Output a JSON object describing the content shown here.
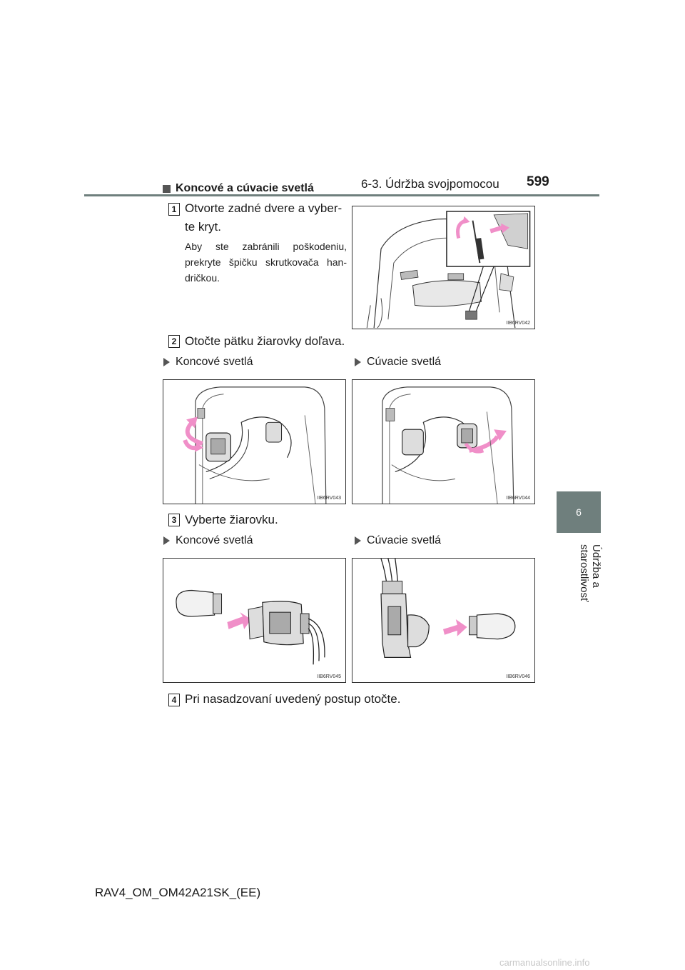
{
  "header": {
    "section": "6-3. Údržba svojpomocou",
    "page_number": "599"
  },
  "side_tab": {
    "chapter_number": "6",
    "chapter_title": "Údržba a starostlivosť"
  },
  "heading": "Koncové a cúvacie svetlá",
  "steps": [
    {
      "num": "1",
      "text_line1": "Otvorte zadné dvere a vyber-",
      "text_line2": "te kryt.",
      "note_line1": "Aby ste zabránili poškodeniu,",
      "note_line2": "prekryte špičku skrutkovača han-",
      "note_line3": "dričkou."
    },
    {
      "num": "2",
      "text": "Otočte pätku žiarovky doľava."
    },
    {
      "num": "3",
      "text": "Vyberte žiarovku."
    },
    {
      "num": "4",
      "text": "Pri nasadzovaní uvedený postup otočte."
    }
  ],
  "labels": {
    "tail": "Koncové svetlá",
    "reverse": "Cúvacie svetlá"
  },
  "figures": {
    "fig1": "IIB6RV042",
    "fig2a": "IIB6RV043",
    "fig2b": "IIB6RV044",
    "fig3a": "IIB6RV045",
    "fig3b": "IIB6RV046"
  },
  "footer": "RAV4_OM_OM42A21SK_(EE)",
  "watermark": "carmanualsonline.info",
  "colors": {
    "accent": "#6f7f7d",
    "arrow": "#f08fc8"
  }
}
